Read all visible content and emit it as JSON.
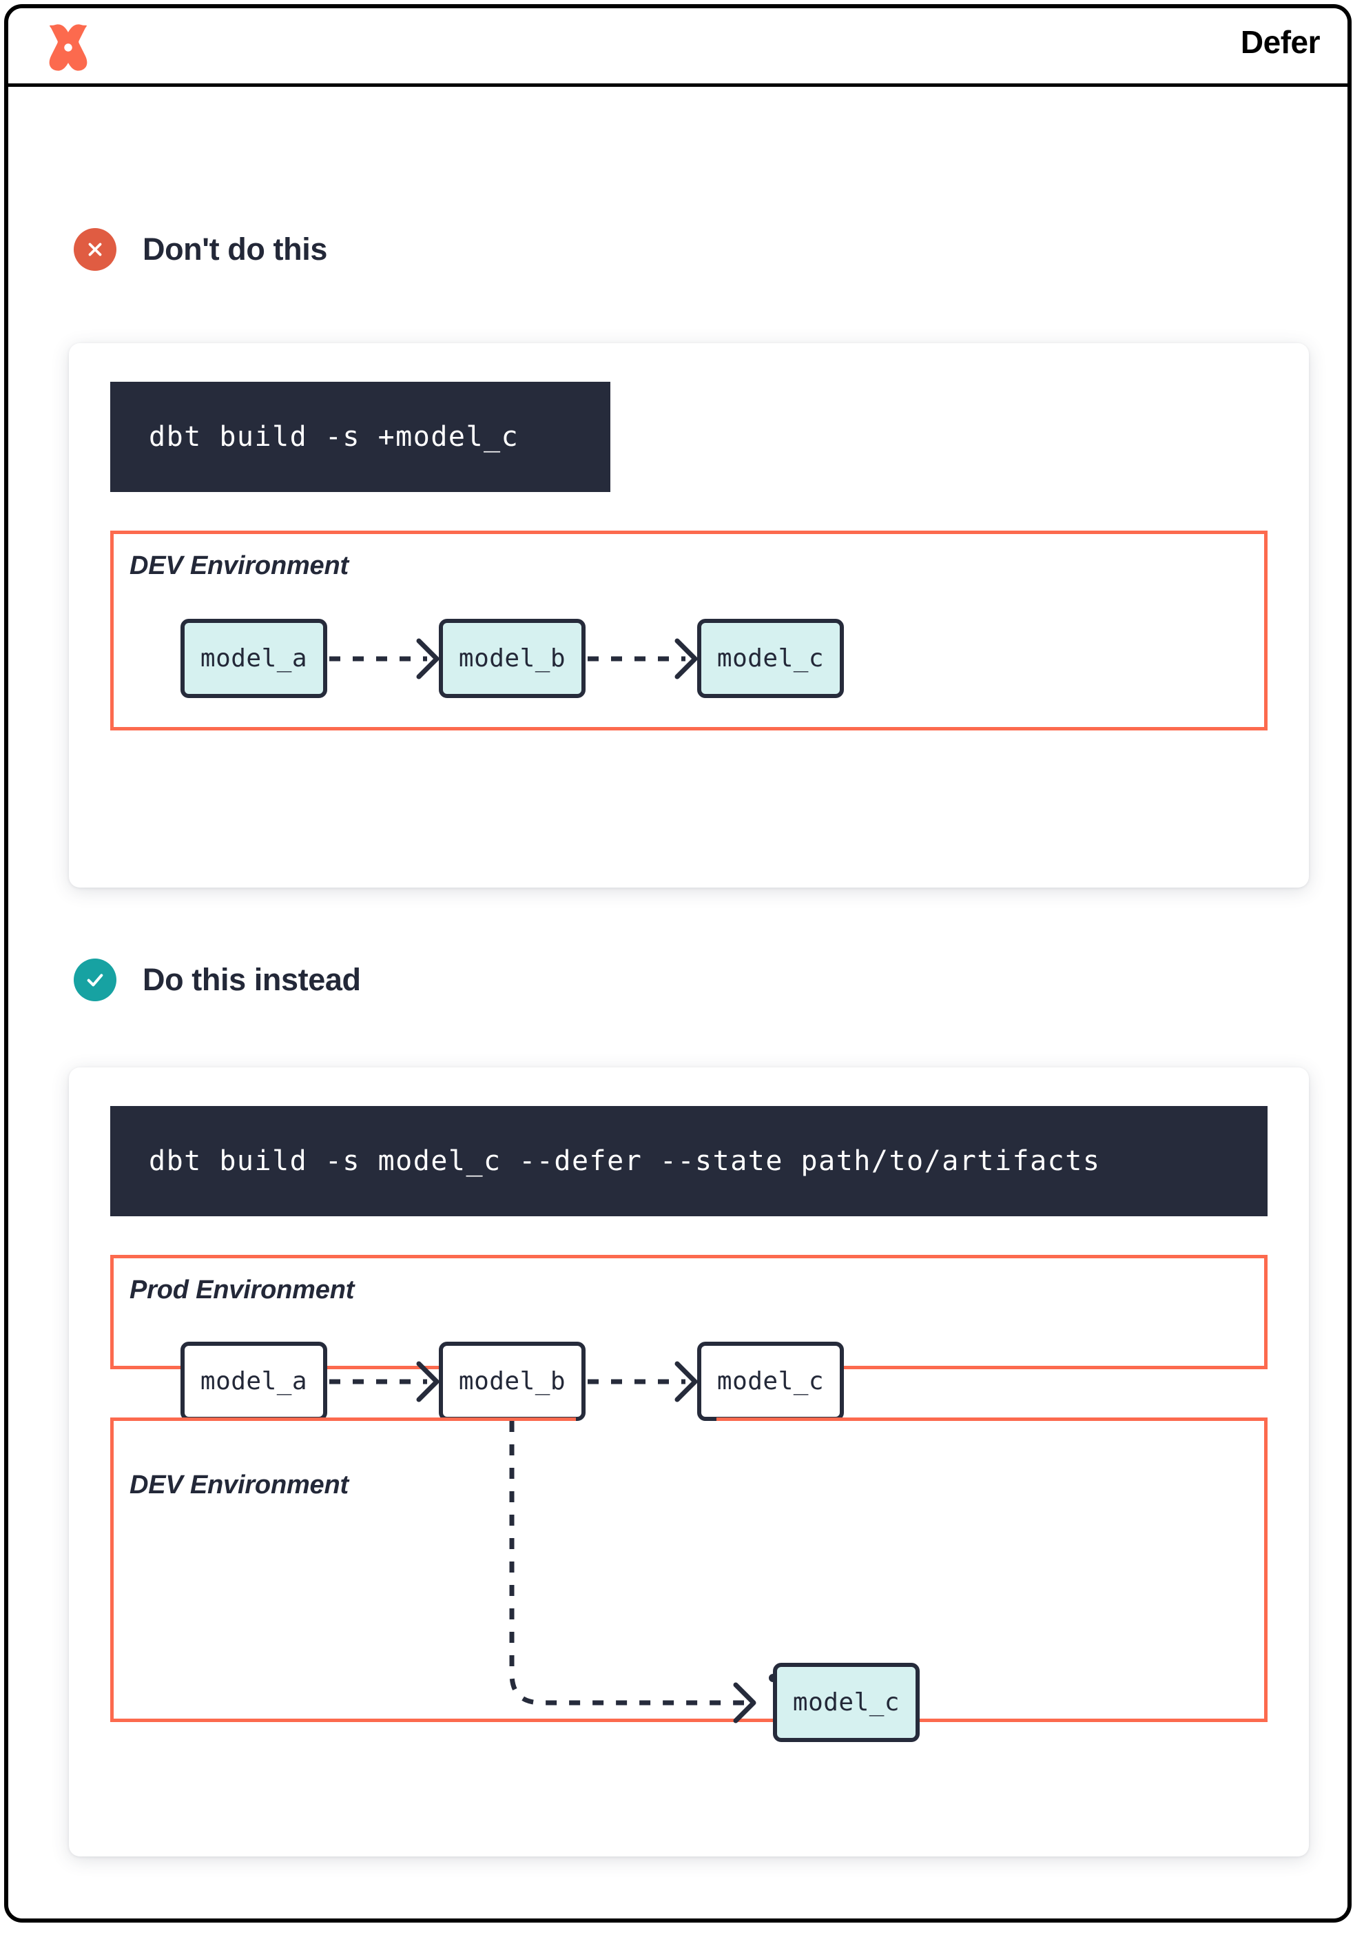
{
  "header": {
    "logo_icon": "dbt-logo-icon",
    "title": "Defer"
  },
  "sections": [
    {
      "id": "dont",
      "badge_icon": "x-circle-icon",
      "badge_color": "#e05c42",
      "title": "Don't do this",
      "command": "dbt build -s +model_c",
      "environments": [
        {
          "label": "DEV Environment",
          "nodes": [
            "model_a",
            "model_b",
            "model_c"
          ],
          "node_style": "dev"
        }
      ]
    },
    {
      "id": "do",
      "badge_icon": "check-circle-icon",
      "badge_color": "#17a2a2",
      "title": "Do this instead",
      "command": "dbt build -s model_c --defer --state path/to/artifacts",
      "environments": [
        {
          "label": "Prod Environment",
          "nodes": [
            "model_a",
            "model_b",
            "model_c"
          ],
          "node_style": "prod"
        },
        {
          "label": "DEV Environment",
          "nodes": [
            "model_c"
          ],
          "node_style": "dev"
        }
      ]
    }
  ],
  "colors": {
    "brand_orange": "#fc6a4e",
    "bad_red": "#e05c42",
    "good_teal": "#17a2a2",
    "ink": "#232838",
    "code_bg": "#262b3b",
    "node_dev_fill": "#d6f1f0",
    "node_prod_fill": "#ffffff"
  }
}
